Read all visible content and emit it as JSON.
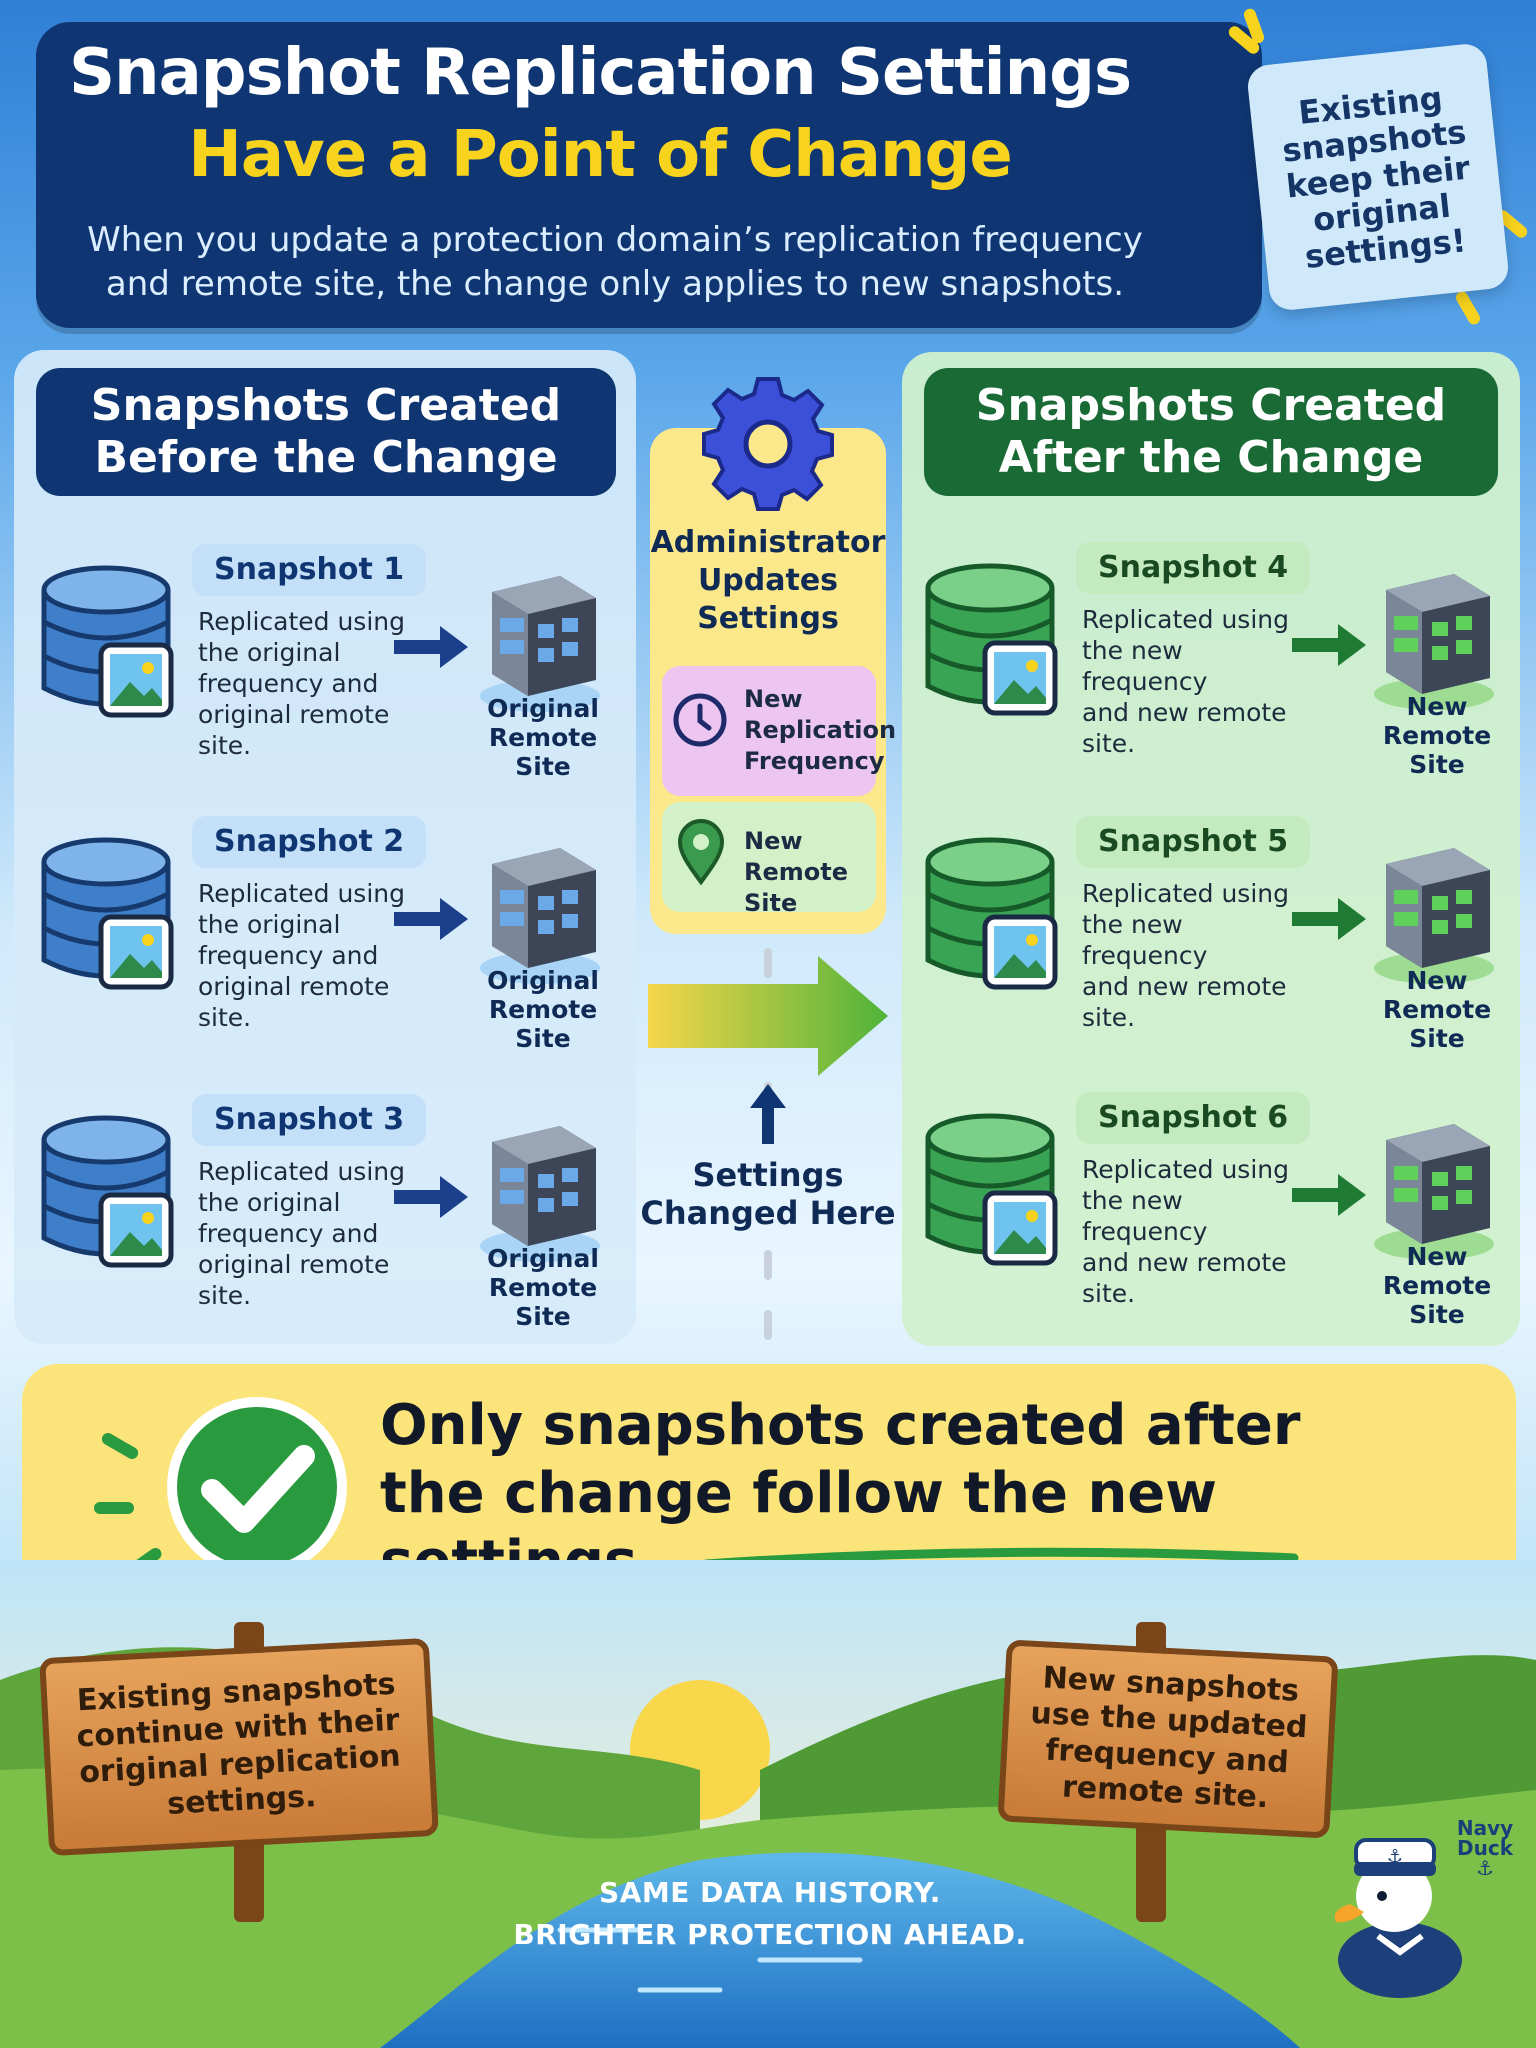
{
  "header": {
    "title_line1": "Snapshot Replication Settings",
    "title_line2": "Have a Point of Change",
    "subtitle_line1": "When you update a protection domain’s replication frequency",
    "subtitle_line2": "and remote site, the change only applies to new snapshots."
  },
  "sticky_note": "Existing snapshots keep their original settings!",
  "before": {
    "title_line1": "Snapshots Created",
    "title_line2": "Before the Change",
    "items": [
      {
        "label": "Snapshot 1",
        "desc_lines": [
          "Replicated using",
          "the original",
          "frequency and",
          "original remote site."
        ],
        "site_line1": "Original",
        "site_line2": "Remote Site"
      },
      {
        "label": "Snapshot 2",
        "desc_lines": [
          "Replicated using",
          "the original",
          "frequency and",
          "original remote site."
        ],
        "site_line1": "Original",
        "site_line2": "Remote Site"
      },
      {
        "label": "Snapshot 3",
        "desc_lines": [
          "Replicated using",
          "the original",
          "frequency and",
          "original remote site."
        ],
        "site_line1": "Original",
        "site_line2": "Remote Site"
      }
    ]
  },
  "after": {
    "title_line1": "Snapshots Created",
    "title_line2": "After the Change",
    "items": [
      {
        "label": "Snapshot 4",
        "desc_lines": [
          "Replicated using",
          "the new frequency",
          "and new remote site."
        ],
        "site_line1": "New",
        "site_line2": "Remote Site"
      },
      {
        "label": "Snapshot 5",
        "desc_lines": [
          "Replicated using",
          "the new frequency",
          "and new remote site."
        ],
        "site_line1": "New",
        "site_line2": "Remote Site"
      },
      {
        "label": "Snapshot 6",
        "desc_lines": [
          "Replicated using",
          "the new frequency",
          "and new remote site."
        ],
        "site_line1": "New",
        "site_line2": "Remote Site"
      }
    ]
  },
  "middle": {
    "admin_line1": "Administrator",
    "admin_line2": "Updates",
    "admin_line3": "Settings",
    "freq_line1": "New",
    "freq_line2": "Replication",
    "freq_line3": "Frequency",
    "site_line1": "New",
    "site_line2": "Remote Site",
    "changed_line1": "Settings",
    "changed_line2": "Changed Here"
  },
  "banner": {
    "line1": "Only snapshots created after",
    "line2": "the change follow the new settings."
  },
  "signs": {
    "left": [
      "Existing snapshots",
      "continue with their",
      "original replication",
      "settings."
    ],
    "right": [
      "New snapshots",
      "use the updated",
      "frequency and",
      "remote site."
    ]
  },
  "footer": {
    "line1": "SAME DATA HISTORY.",
    "line2": "BRIGHTER PROTECTION AHEAD."
  },
  "brand": {
    "line1": "Navy",
    "line2": "Duck"
  },
  "colors": {
    "navy": "#0f3672",
    "yellow": "#f7d31d",
    "green": "#1a6a36",
    "blue_db": "#2f6fb8",
    "green_db": "#2f9a4a"
  },
  "icons": [
    "database-icon",
    "image-icon",
    "server-icon",
    "arrow-right-icon",
    "gear-icon",
    "clock-icon",
    "location-pin-icon",
    "checkmark-icon",
    "duck-mascot"
  ]
}
